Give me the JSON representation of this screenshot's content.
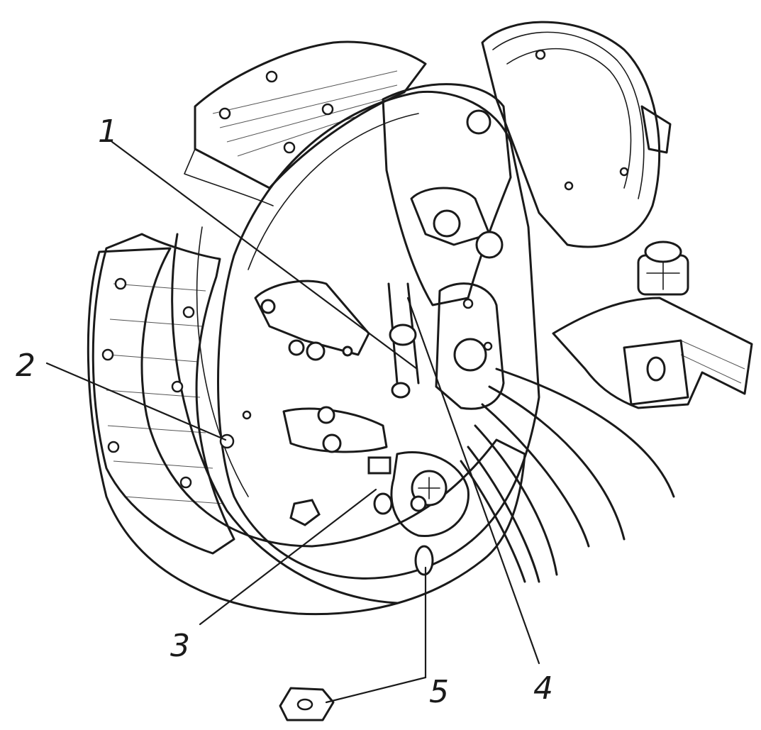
{
  "figure": {
    "callouts": [
      {
        "id": "1",
        "label": "1"
      },
      {
        "id": "2",
        "label": "2"
      },
      {
        "id": "3",
        "label": "3"
      },
      {
        "id": "4",
        "label": "4"
      },
      {
        "id": "5",
        "label": "5"
      }
    ]
  },
  "colors": {
    "ink": "#1a1a1a",
    "paper": "#ffffff"
  }
}
